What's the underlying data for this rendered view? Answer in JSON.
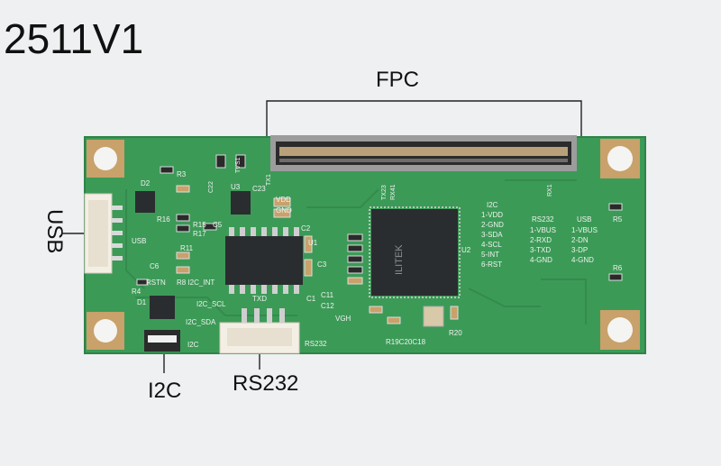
{
  "title": "2511V1",
  "callouts": {
    "fpc": "FPC",
    "usb": "USB",
    "i2c": "I2C",
    "rs232": "RS232"
  },
  "silkscreen": {
    "usb_connector": "USB",
    "i2c_connector": "I2C",
    "rs232_connector": "RS232",
    "chip_brand": "ILITEK",
    "i2c_header": "I2C",
    "i2c_pins": [
      "1-VDD",
      "2-GND",
      "3-SDA",
      "4-SCL",
      "5-INT",
      "6-RST"
    ],
    "rs232_header": "RS232",
    "rs232_pins": [
      "1-VBUS",
      "2-RXD",
      "3-TXD",
      "4-GND"
    ],
    "usb_header": "USB",
    "usb_pins": [
      "1-VBUS",
      "2-DN",
      "3-DP",
      "4-GND"
    ],
    "refs": {
      "r3": "R3",
      "r5": "R5",
      "r6": "R6",
      "r4": "R4",
      "r16": "R16",
      "r17": "R17",
      "r15": "R15",
      "r11": "R11",
      "c5": "C5",
      "c2": "C2",
      "c3": "C3",
      "c1": "C1",
      "c23": "C23",
      "c22": "C22",
      "c6": "C6",
      "c11": "C11",
      "c12": "C12",
      "u1": "U1",
      "u2": "U2",
      "u3": "U3",
      "d1": "D1",
      "d2": "D2",
      "tvs1": "TVS1",
      "rstn": "RSTN",
      "r8_i2c_int": "R8 I2C_INT",
      "i2c_scl": "I2C_SCL",
      "i2c_sda": "I2C_SDA",
      "txd": "TXD",
      "vdd": "VDD",
      "gnd": "GND",
      "vgh": "VGH",
      "r19c20c18": "R19C20C18",
      "tx1": "TX1",
      "tx23": "TX23",
      "rx41": "RX41",
      "rx1": "RX1",
      "r20": "R20"
    }
  },
  "colors": {
    "pcb": "#3c9a57",
    "pcb_dark": "#2f8349",
    "pad_gold": "#c9a16a",
    "silkscreen": "#f2f5f2",
    "chip": "#2a2d30",
    "background": "#eef0f2"
  }
}
